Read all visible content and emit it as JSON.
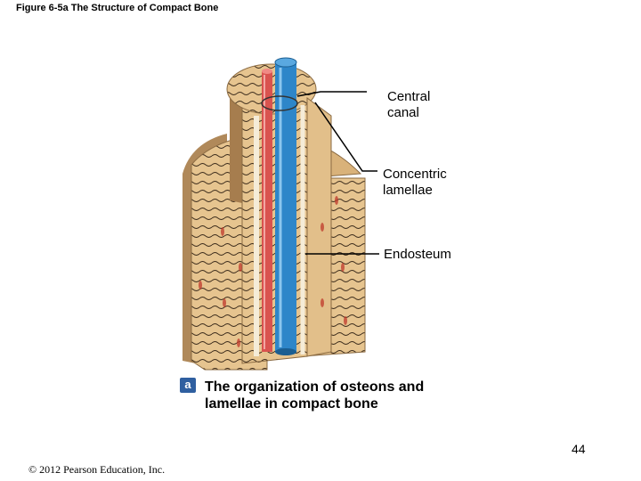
{
  "figure_title": "Figure 6-5a The Structure of Compact Bone",
  "labels": {
    "central_canal": "Central canal",
    "concentric_lamellae": "Concentric lamellae",
    "endosteum": "Endosteum"
  },
  "panel_badge": "a",
  "caption": "The organization of osteons and lamellae in compact bone",
  "page_number": "44",
  "copyright": "© 2012 Pearson Education, Inc.",
  "colors": {
    "bone_light": "#e8c89a",
    "bone_dark": "#b0895a",
    "lamella_line": "#3a2a1a",
    "artery": "#d9534f",
    "vein": "#2e86c9",
    "badge": "#2f5fa0"
  }
}
